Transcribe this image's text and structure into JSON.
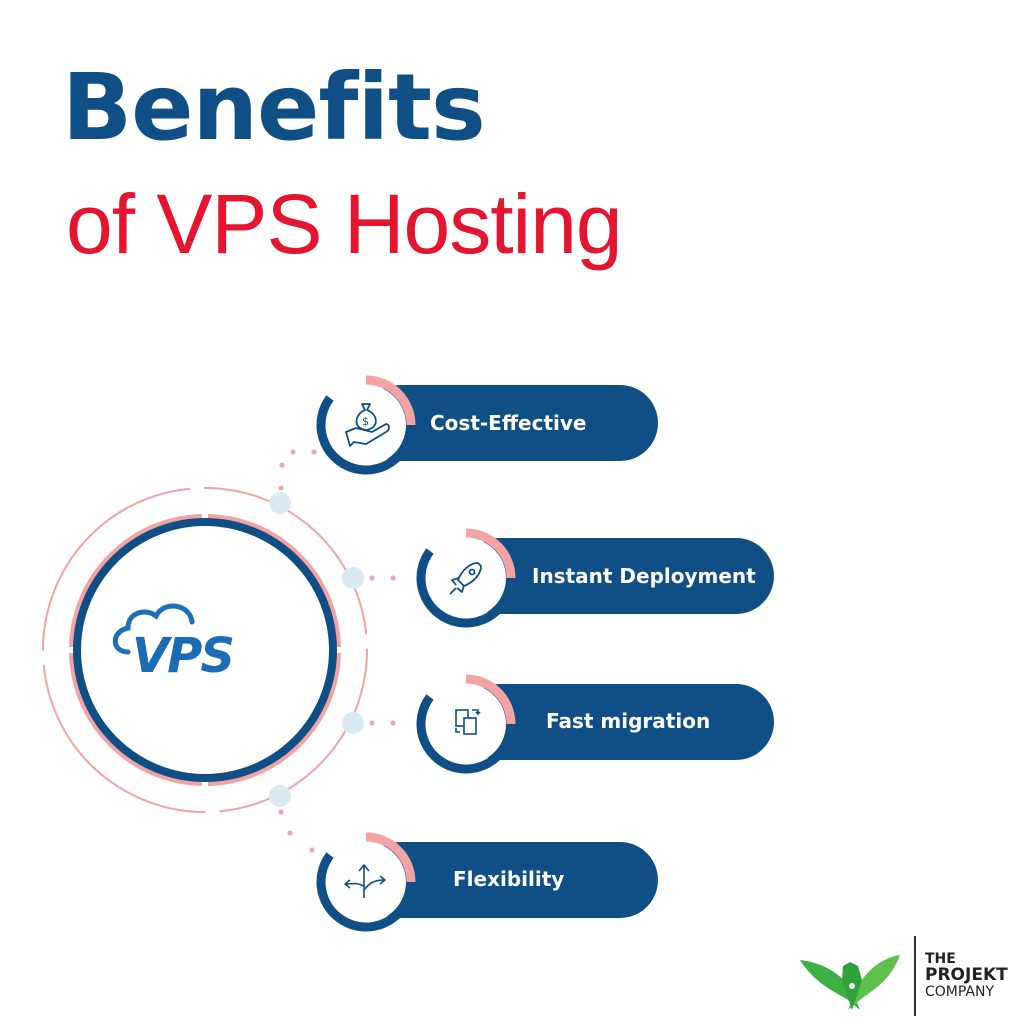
{
  "title": {
    "line1": "Benefits",
    "line2": "of VPS Hosting"
  },
  "center": {
    "logo_text": "VPS",
    "logo_icon": "cloud-icon"
  },
  "benefits": [
    {
      "label": "Cost-Effective",
      "icon": "money-bag-hand-icon"
    },
    {
      "label": "Instant Deployment",
      "icon": "rocket-icon"
    },
    {
      "label": "Fast migration",
      "icon": "file-transfer-icon"
    },
    {
      "label": "Flexibility",
      "icon": "split-arrows-icon"
    }
  ],
  "brand": {
    "line1": "THE",
    "line2": "PROJEKT",
    "line3": "COMPANY",
    "logo_icon": "winged-pen-icon"
  },
  "colors": {
    "navy": "#0f4f86",
    "red": "#e5142f",
    "pink": "#f4a3a3",
    "green": "#3cb043"
  }
}
